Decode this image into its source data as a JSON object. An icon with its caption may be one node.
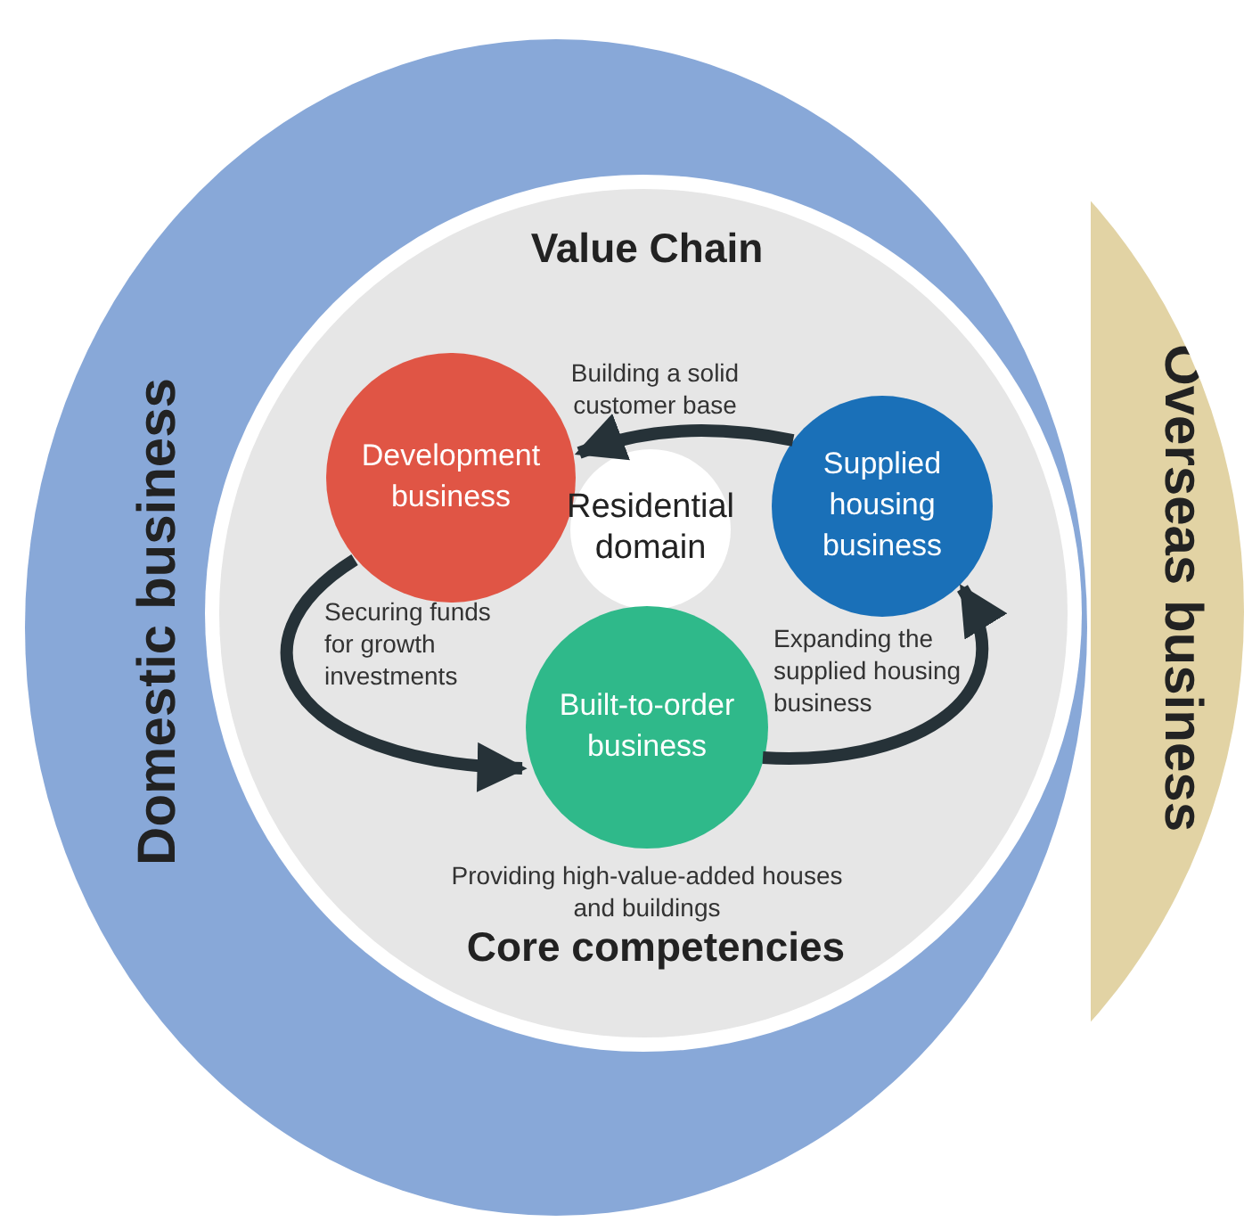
{
  "diagram": {
    "nodes": [
      {
        "text": [
          "Domestic business"
        ]
      },
      {
        "text": [
          "Overseas business"
        ]
      },
      {
        "text": [
          "Value Chain",
          "Core competencies"
        ],
        "in": 0
      },
      {
        "text": [
          "Development business"
        ],
        "in": 2
      },
      {
        "text": [
          "Supplied housing business"
        ],
        "in": 2
      },
      {
        "text": [
          "Residential domain"
        ],
        "in": 2
      },
      {
        "text": [
          "Built-to-order business"
        ],
        "in": 2,
        "beside": [
          "Providing high-value-added houses and buildings"
        ]
      }
    ],
    "edges": [
      {
        "from": 3,
        "to": 6,
        "arrow": "to",
        "label": "Securing funds for growth investments"
      },
      {
        "from": 6,
        "to": 4,
        "arrow": "to",
        "label": "Expanding the supplied housing business"
      },
      {
        "from": 4,
        "to": 3,
        "arrow": "to",
        "label": "Building a solid customer base"
      }
    ]
  }
}
